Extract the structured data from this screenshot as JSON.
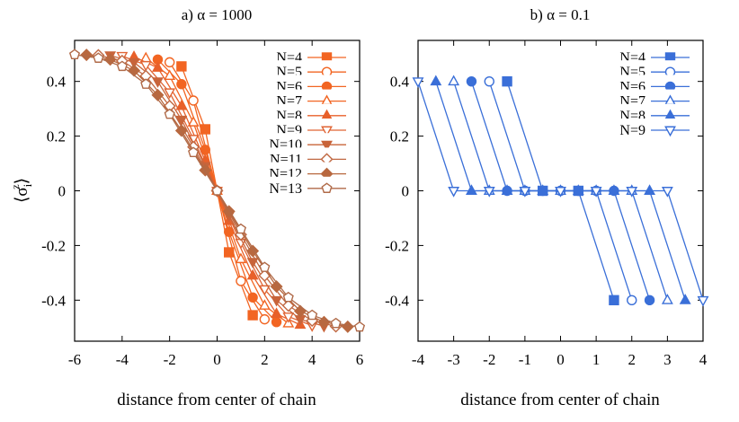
{
  "chart_data": [
    {
      "type": "line",
      "title": "a) α = 1000",
      "xlabel": "distance from center of chain",
      "ylabel": "⟨σ",
      "ylabel_sub": "i",
      "ylabel_sup": "z",
      "ylabel_close": "⟩",
      "xlim": [
        -6,
        6
      ],
      "ylim": [
        -0.55,
        0.55
      ],
      "xticks": [
        -6,
        -4,
        -2,
        0,
        2,
        4,
        6
      ],
      "xtick_labels": [
        "-6",
        "-4",
        "-2",
        "0",
        "2",
        "4",
        "6"
      ],
      "yticks": [
        -0.4,
        -0.2,
        0,
        0.2,
        0.4
      ],
      "ytick_labels": [
        "-0.4",
        "-0.2",
        "0",
        "0.2",
        "0.4"
      ],
      "legend_position": "top-right",
      "series": [
        {
          "name": "N=4",
          "color": "#f26522",
          "marker": "square",
          "filled": true,
          "x": [
            -1.5,
            -0.5,
            0.5,
            1.5
          ],
          "y": [
            0.455,
            0.225,
            -0.225,
            -0.455
          ]
        },
        {
          "name": "N=5",
          "color": "#f26522",
          "marker": "circle",
          "filled": false,
          "x": [
            -2,
            -1,
            0,
            1,
            2
          ],
          "y": [
            0.47,
            0.33,
            0,
            -0.33,
            -0.47
          ]
        },
        {
          "name": "N=6",
          "color": "#f26522",
          "marker": "circle",
          "filled": true,
          "x": [
            -2.5,
            -1.5,
            -0.5,
            0.5,
            1.5,
            2.5
          ],
          "y": [
            0.48,
            0.39,
            0.15,
            -0.15,
            -0.39,
            -0.48
          ]
        },
        {
          "name": "N=7",
          "color": "#f26522",
          "marker": "triangle-up",
          "filled": false,
          "x": [
            -3,
            -2,
            -1,
            0,
            1,
            2,
            3
          ],
          "y": [
            0.485,
            0.42,
            0.25,
            0,
            -0.25,
            -0.42,
            -0.485
          ]
        },
        {
          "name": "N=8",
          "color": "#e8602a",
          "marker": "triangle-up",
          "filled": true,
          "x": [
            -3.5,
            -2.5,
            -1.5,
            -0.5,
            0.5,
            1.5,
            2.5,
            3.5
          ],
          "y": [
            0.49,
            0.45,
            0.31,
            0.11,
            -0.11,
            -0.31,
            -0.45,
            -0.49
          ]
        },
        {
          "name": "N=9",
          "color": "#e06535",
          "marker": "triangle-down",
          "filled": false,
          "x": [
            -4,
            -3,
            -2,
            -1,
            0,
            1,
            2,
            3,
            4
          ],
          "y": [
            0.493,
            0.46,
            0.36,
            0.19,
            0,
            -0.19,
            -0.36,
            -0.46,
            -0.493
          ]
        },
        {
          "name": "N=10",
          "color": "#c8643a",
          "marker": "triangle-down",
          "filled": true,
          "x": [
            -4.5,
            -3.5,
            -2.5,
            -1.5,
            -0.5,
            0.5,
            1.5,
            2.5,
            3.5,
            4.5
          ],
          "y": [
            0.495,
            0.47,
            0.4,
            0.26,
            0.09,
            -0.09,
            -0.26,
            -0.4,
            -0.47,
            -0.495
          ]
        },
        {
          "name": "N=11",
          "color": "#c06842",
          "marker": "diamond",
          "filled": false,
          "x": [
            -5,
            -4,
            -3,
            -2,
            -1,
            0,
            1,
            2,
            3,
            4,
            5
          ],
          "y": [
            0.496,
            0.475,
            0.42,
            0.31,
            0.16,
            0,
            -0.16,
            -0.31,
            -0.42,
            -0.475,
            -0.496
          ]
        },
        {
          "name": "N=12",
          "color": "#b8683f",
          "marker": "diamond",
          "filled": true,
          "x": [
            -5.5,
            -4.5,
            -3.5,
            -2.5,
            -1.5,
            -0.5,
            0.5,
            1.5,
            2.5,
            3.5,
            4.5,
            5.5
          ],
          "y": [
            0.497,
            0.48,
            0.44,
            0.35,
            0.22,
            0.075,
            -0.075,
            -0.22,
            -0.35,
            -0.44,
            -0.48,
            -0.497
          ]
        },
        {
          "name": "N=13",
          "color": "#b06a48",
          "marker": "pentagon",
          "filled": false,
          "x": [
            -6,
            -5,
            -4,
            -3,
            -2,
            -1,
            0,
            1,
            2,
            3,
            4,
            5,
            6
          ],
          "y": [
            0.498,
            0.485,
            0.455,
            0.39,
            0.28,
            0.14,
            0,
            -0.14,
            -0.28,
            -0.39,
            -0.455,
            -0.485,
            -0.498
          ]
        }
      ]
    },
    {
      "type": "line",
      "title": "b) α = 0.1",
      "xlabel": "distance from center of chain",
      "xlim": [
        -4,
        4
      ],
      "ylim": [
        -0.55,
        0.55
      ],
      "xticks": [
        -4,
        -3,
        -2,
        -1,
        0,
        1,
        2,
        3,
        4
      ],
      "xtick_labels": [
        "-4",
        "-3",
        "-2",
        "-1",
        "0",
        "1",
        "2",
        "3",
        "4"
      ],
      "yticks": [
        -0.4,
        -0.2,
        0,
        0.2,
        0.4
      ],
      "ytick_labels": [
        "-0.4",
        "-0.2",
        "0",
        "0.2",
        "0.4"
      ],
      "legend_position": "top-right",
      "series": [
        {
          "name": "N=4",
          "color": "#3a6fd8",
          "marker": "square",
          "filled": true,
          "x": [
            -1.5,
            -0.5,
            0.5,
            1.5
          ],
          "y": [
            0.4,
            0,
            0,
            -0.4
          ]
        },
        {
          "name": "N=5",
          "color": "#3a6fd8",
          "marker": "circle",
          "filled": false,
          "x": [
            -2,
            -1,
            0,
            1,
            2
          ],
          "y": [
            0.4,
            0,
            0,
            0,
            -0.4
          ]
        },
        {
          "name": "N=6",
          "color": "#3a6fd8",
          "marker": "circle",
          "filled": true,
          "x": [
            -2.5,
            -1.5,
            -0.5,
            0.5,
            1.5,
            2.5
          ],
          "y": [
            0.4,
            0,
            0,
            0,
            0,
            -0.4
          ]
        },
        {
          "name": "N=7",
          "color": "#3a6fd8",
          "marker": "triangle-up",
          "filled": false,
          "x": [
            -3,
            -2,
            -1,
            0,
            1,
            2,
            3
          ],
          "y": [
            0.4,
            0,
            0,
            0,
            0,
            0,
            -0.4
          ]
        },
        {
          "name": "N=8",
          "color": "#3a6fd8",
          "marker": "triangle-up",
          "filled": true,
          "x": [
            -3.5,
            -2.5,
            -1.5,
            -0.5,
            0.5,
            1.5,
            2.5,
            3.5
          ],
          "y": [
            0.4,
            0,
            0,
            0,
            0,
            0,
            0,
            -0.4
          ]
        },
        {
          "name": "N=9",
          "color": "#3a6fd8",
          "marker": "triangle-down",
          "filled": false,
          "x": [
            -4,
            -3,
            -2,
            -1,
            0,
            1,
            2,
            3,
            4
          ],
          "y": [
            0.4,
            0,
            0,
            0,
            0,
            0,
            0,
            0,
            -0.4
          ]
        }
      ]
    }
  ]
}
